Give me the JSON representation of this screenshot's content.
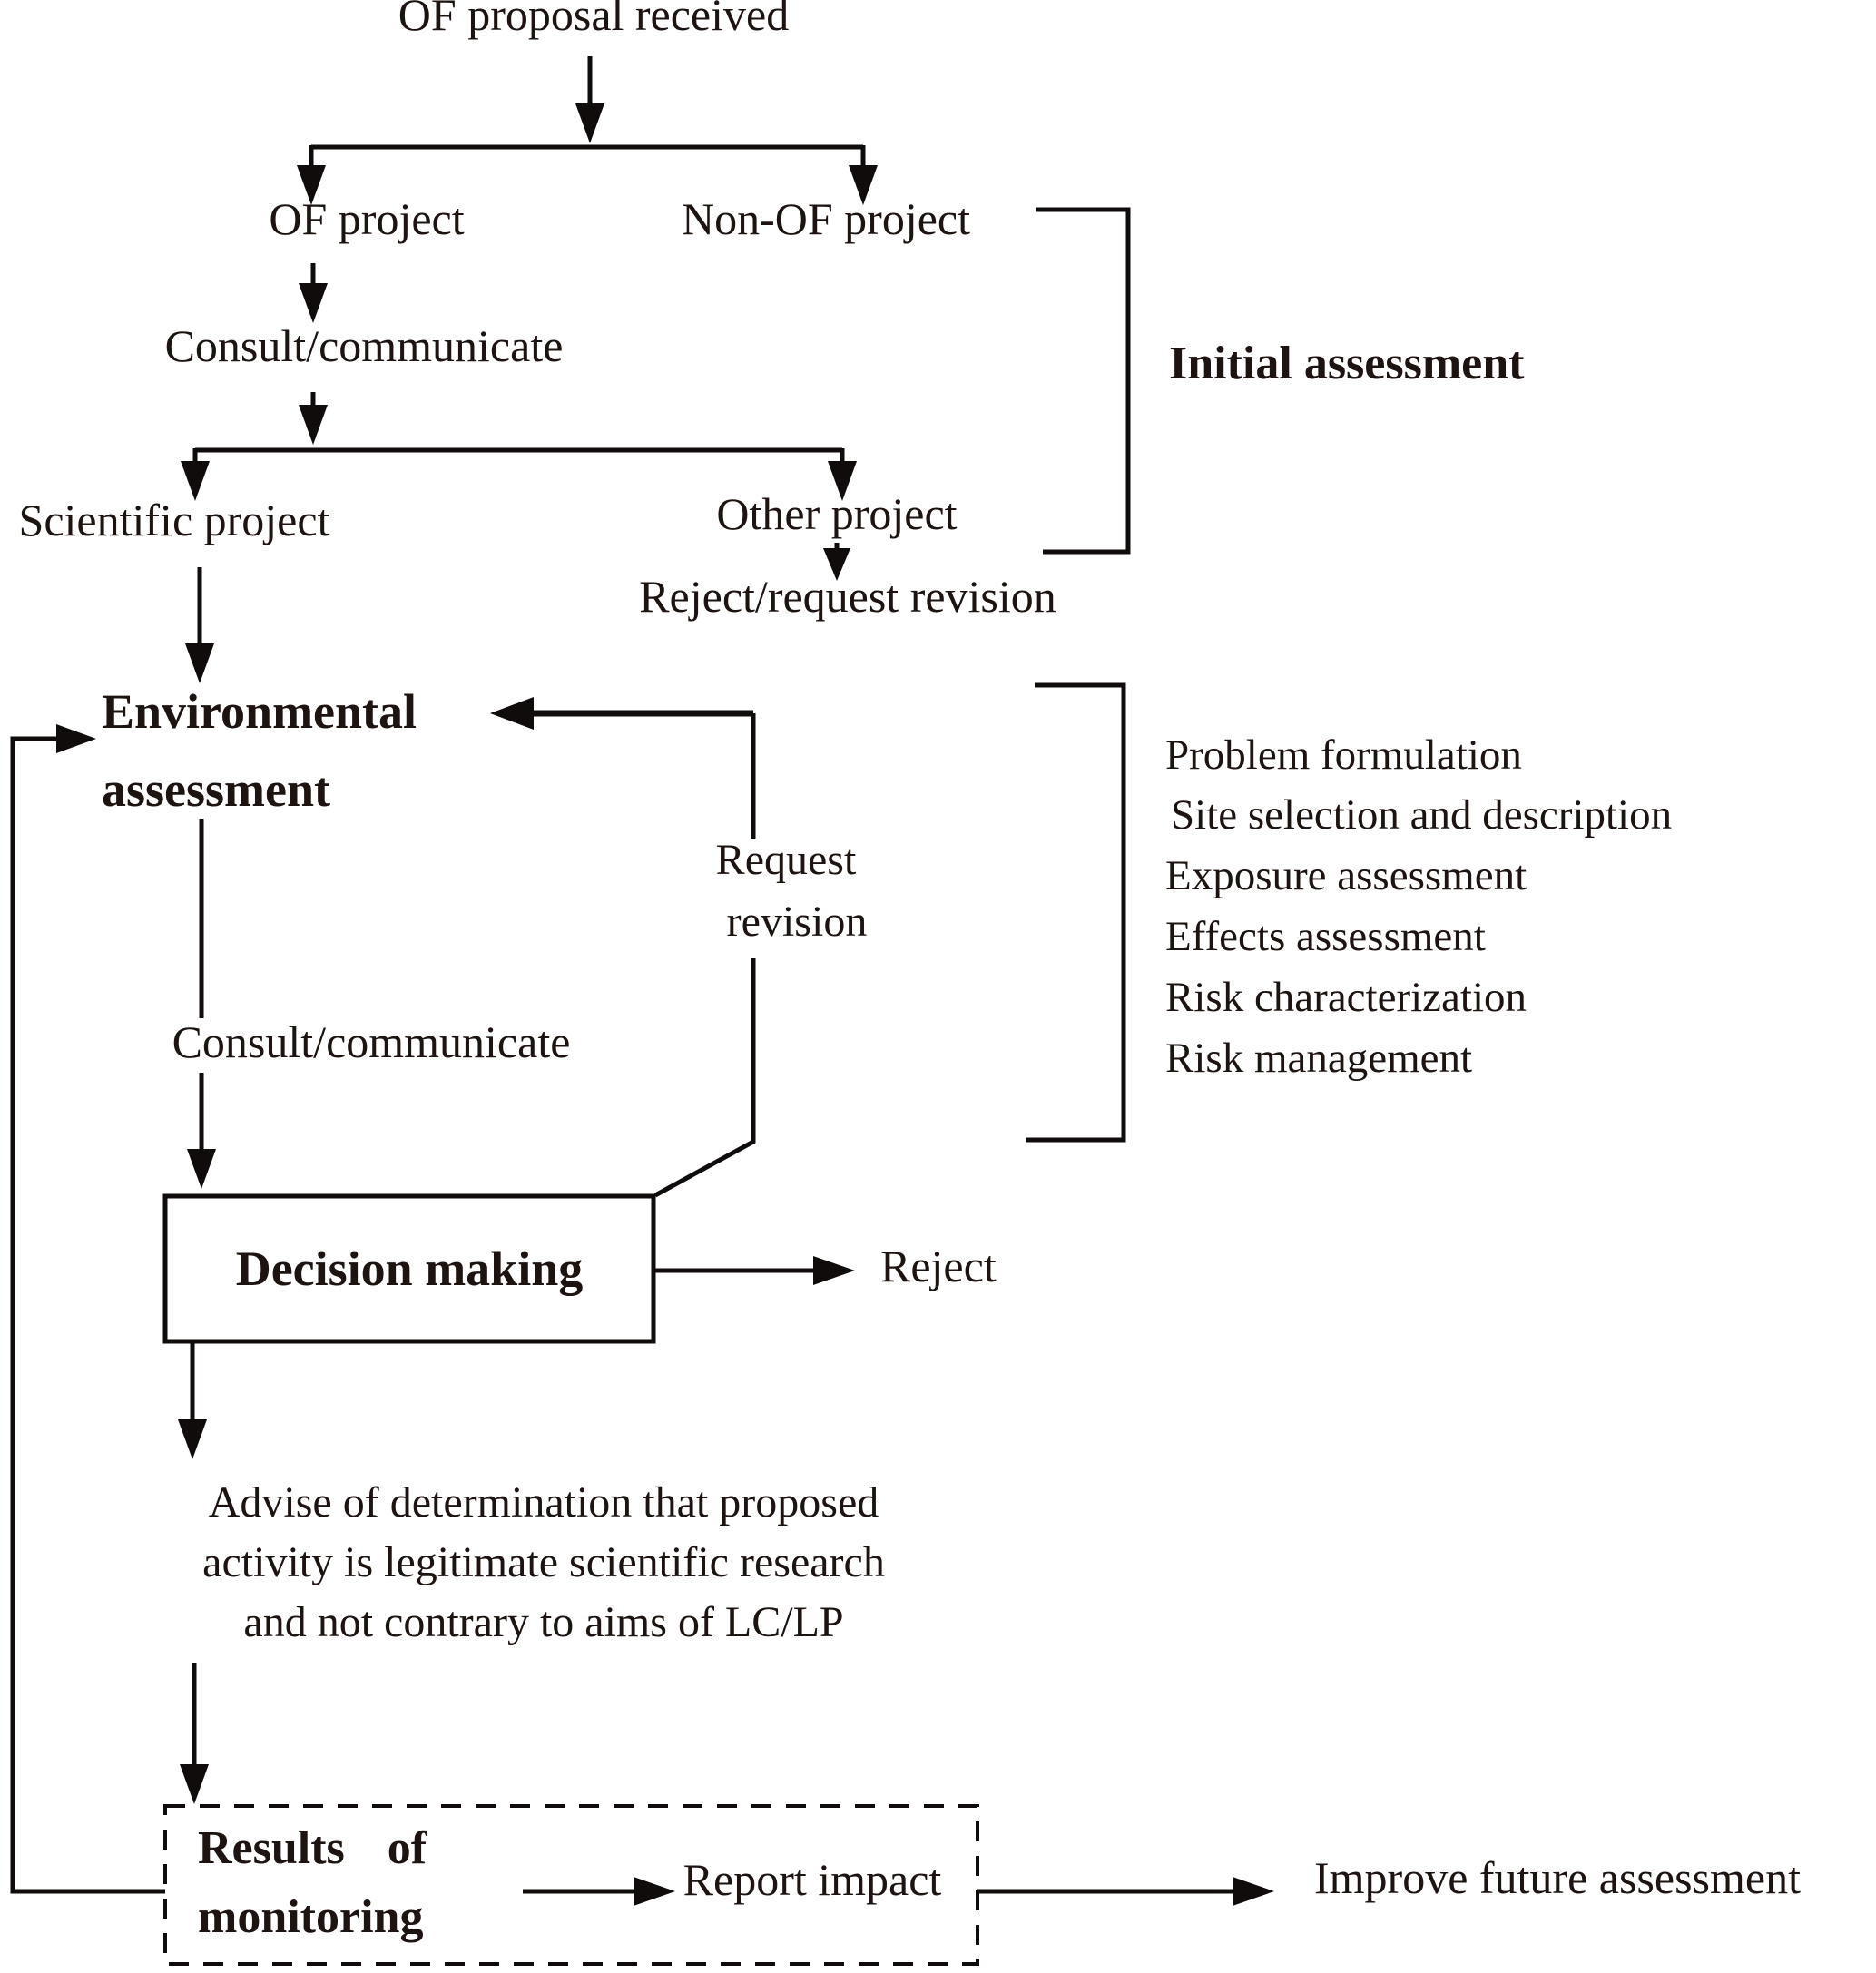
{
  "diagram": {
    "type": "flowchart",
    "labels": {
      "of_proposal_received": "OF proposal received",
      "of_project": "OF project",
      "non_of_project": "Non-OF project",
      "consult_communicate_top": "Consult/communicate",
      "scientific_project": "Scientific project",
      "other_project": "Other project",
      "reject_request_revision": "Reject/request revision",
      "initial_assessment": "Initial assessment",
      "environmental_line1": "Environmental",
      "environmental_line2": "assessment",
      "request_line1": "Request",
      "request_line2": "revision",
      "consult_communicate_mid": "Consult/communicate",
      "decision_making": "Decision making",
      "reject": "Reject",
      "advise_line1": "Advise of determination that proposed",
      "advise_line2": "activity is legitimate scientific research",
      "advise_line3": "and not contrary to aims of LC/LP",
      "results_line1": "Results of",
      "results_line2": "monitoring",
      "report_impact": "Report impact",
      "improve_future_assessment": "Improve future assessment"
    },
    "assessment_steps": [
      "Problem formulation",
      "Site selection and description",
      "Exposure assessment",
      "Effects assessment",
      "Risk characterization",
      "Risk management"
    ],
    "colors": {
      "ink": "#1d1411",
      "line": "#0f0c0b",
      "background": "#ffffff"
    }
  }
}
